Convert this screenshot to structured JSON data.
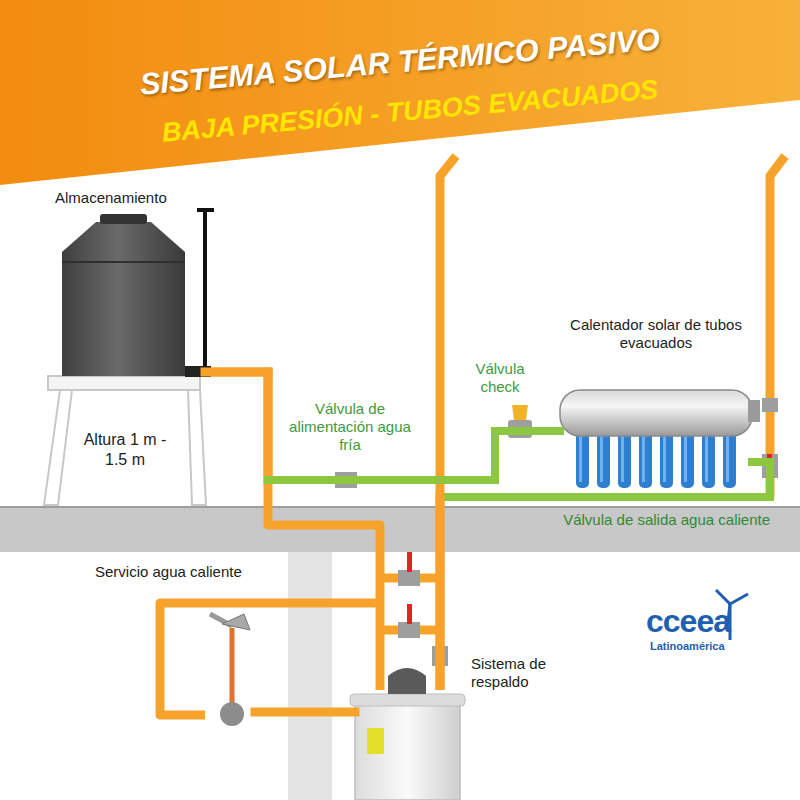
{
  "diagram": {
    "title": "SISTEMA SOLAR TÉRMICO PASIVO",
    "nodes": [
      {
        "text": [
          "Almacenamiento",
          "Altura 1 m - 1.5 m"
        ]
      },
      {
        "text": [
          "Calentador solar de tubos evacuados"
        ]
      },
      {
        "text": [
          "Sistema de respaldo"
        ]
      },
      {
        "text": [
          "Servicio agua caliente"
        ]
      }
    ],
    "edges": [
      {
        "from": 0,
        "to": 1,
        "arrow": "none",
        "label": "Válvula de alimentación agua fría"
      },
      {
        "from": 1,
        "to": 2,
        "arrow": "none"
      },
      {
        "from": 2,
        "to": 3,
        "arrow": "none"
      }
    ],
    "labels": [
      "BAJA PRESIÓN - TUBOS EVACUADOS",
      "Válvula check",
      "Válvula de salida agua caliente",
      "cceea",
      "Latinoamérica"
    ]
  }
}
